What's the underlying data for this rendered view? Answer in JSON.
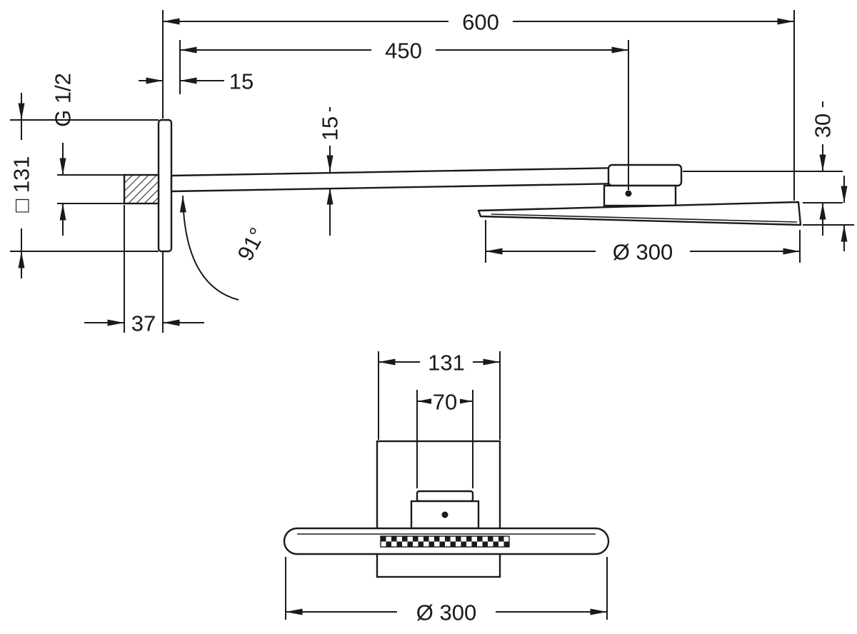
{
  "drawing": {
    "type": "technical-dimension-drawing",
    "subject": "overhead shower with shower arm, side view and bottom view",
    "line_color": "#1a1a1a",
    "background": "#ffffff"
  },
  "views": {
    "side": {
      "dimensions": {
        "overall_projection": "600",
        "pivot_projection": "450",
        "wall_offset": "15",
        "arm_thickness": "15",
        "thread": "G 1/2",
        "plate_size": "□ 131",
        "head_drop": "30",
        "head_diameter": "Ø 300",
        "arm_angle": "91°",
        "nipple_length": "37"
      }
    },
    "bottom": {
      "dimensions": {
        "plate_width": "131",
        "connector_width": "70",
        "head_diameter": "Ø 300"
      }
    }
  }
}
